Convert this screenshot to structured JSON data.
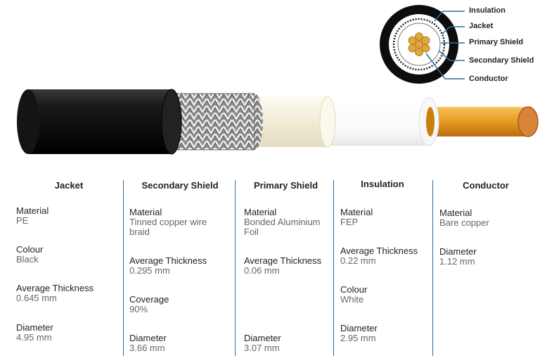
{
  "colors": {
    "jacket": "#111111",
    "braid": "#9a9a9a",
    "foil": "#f4f0e0",
    "insulation": "#ffffff",
    "conductor": "#e59a1f",
    "leader": "#2f6f9f"
  },
  "cross_section_labels": [
    "Insulation",
    "Jacket",
    "Primary Shield",
    "Secondary Shield",
    "Conductor"
  ],
  "columns": [
    {
      "header": "Jacket",
      "properties": [
        {
          "label": "Material",
          "value": "PE"
        },
        {
          "label": "Colour",
          "value": "Black"
        },
        {
          "label": "Average Thickness",
          "value": "0.645 mm"
        },
        {
          "label": "Diameter",
          "value": "4.95 mm"
        }
      ]
    },
    {
      "header": "Secondary Shield",
      "properties": [
        {
          "label": "Material",
          "value": "Tinned copper wire braid"
        },
        {
          "label": "Average Thickness",
          "value": "0.295 mm"
        },
        {
          "label": "Coverage",
          "value": "90%"
        },
        {
          "label": "Diameter",
          "value": "3.66 mm"
        }
      ]
    },
    {
      "header": "Primary Shield",
      "properties": [
        {
          "label": "Material",
          "value": "Bonded Aluminium Foil"
        },
        {
          "label": "Average Thickness",
          "value": "0.06 mm"
        },
        {
          "label": "Diameter",
          "value": "3.07 mm"
        }
      ]
    },
    {
      "header": "Insulation",
      "properties": [
        {
          "label": "Material",
          "value": "FEP"
        },
        {
          "label": "Average Thickness",
          "value": "0.22 mm"
        },
        {
          "label": "Colour",
          "value": "White"
        },
        {
          "label": "Diameter",
          "value": "2.95 mm"
        }
      ]
    },
    {
      "header": "Conductor",
      "properties": [
        {
          "label": "Material",
          "value": "Bare copper"
        },
        {
          "label": "Diameter",
          "value": "1.12 mm"
        }
      ]
    }
  ]
}
